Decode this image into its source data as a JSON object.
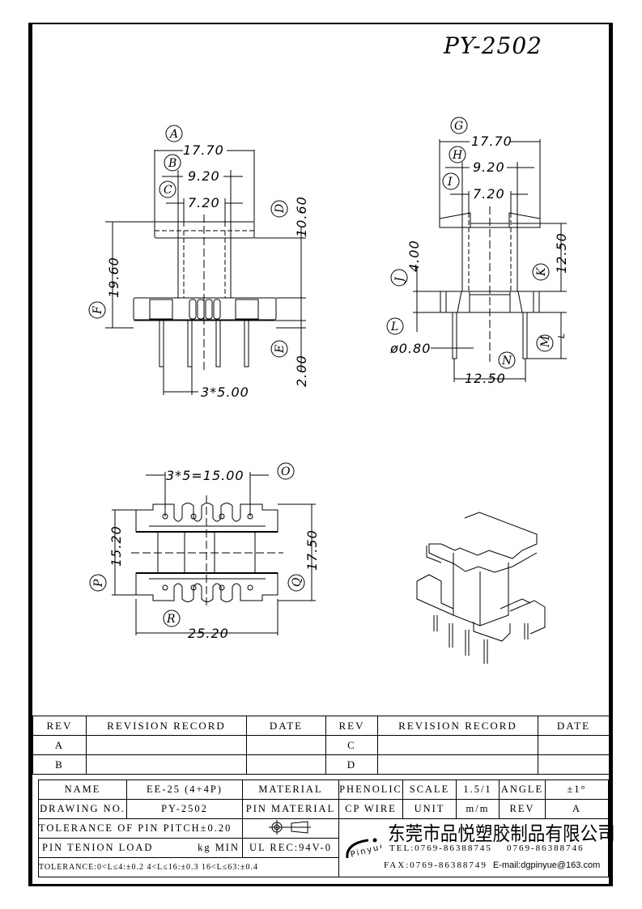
{
  "drawing": {
    "part_number": "PY-2502",
    "front_view": {
      "labels": [
        "A",
        "B",
        "C",
        "D",
        "E",
        "F"
      ],
      "dims": {
        "A": "17.70",
        "B": "9.20",
        "C": "7.20",
        "D": "10.60",
        "E": "2.00",
        "F": "19.60",
        "pitch": "3*5.00"
      }
    },
    "side_view": {
      "labels": [
        "G",
        "H",
        "I",
        "J",
        "K",
        "L",
        "M",
        "N"
      ],
      "dims": {
        "G": "17.70",
        "H": "9.20",
        "I": "7.20",
        "J": "4.00",
        "K": "12.50",
        "L": "ø0.80",
        "M": "L",
        "N": "12.50"
      }
    },
    "bottom_view": {
      "labels": [
        "O",
        "P",
        "Q",
        "R"
      ],
      "dims": {
        "O": "3*5=15.00",
        "P": "15.20",
        "Q": "17.50",
        "R": "25.20"
      }
    }
  },
  "revision_table": {
    "headers": [
      "REV",
      "REVISION RECORD",
      "DATE",
      "REV",
      "REVISION RECORD",
      "DATE"
    ],
    "rows": [
      [
        "A",
        "",
        "",
        "C",
        "",
        ""
      ],
      [
        "B",
        "",
        "",
        "D",
        "",
        ""
      ]
    ]
  },
  "title_block": {
    "name_label": "NAME",
    "name_value": "EE-25 (4+4P)",
    "material_label": "MATERIAL",
    "material_value": "PHENOLIC",
    "scale_label": "SCALE",
    "scale_value": "1.5/1",
    "angle_label": "ANGLE",
    "angle_value": "±1°",
    "drawing_no_label": "DRAWING NO.",
    "drawing_no_value": "PY-2502",
    "pin_material_label": "PIN MATERIAL",
    "pin_material_value": "CP WIRE",
    "unit_label": "UNIT",
    "unit_value": "m/m",
    "rev_label": "REV",
    "rev_value": "A",
    "pitch_tolerance": "TOLERANCE OF PIN PITCH±0.20",
    "pin_tension": "PIN TENION LOAD",
    "pin_tension_unit": "kg MIN",
    "ul_rec": "UL REC:94V-0",
    "tolerance": "TOLERANCE:0<L≤4:±0.2  4<L≤16:±0.3  16<L≤63:±0.4",
    "company": "东莞市品悦塑胶制品有限公司",
    "logo_text": "Pinyue",
    "tel": "TEL:0769-86388745",
    "tel2": "0769-86388746",
    "fax": "FAX:0769-86388749",
    "email": "E-mail:dgpinyue@163.com"
  }
}
